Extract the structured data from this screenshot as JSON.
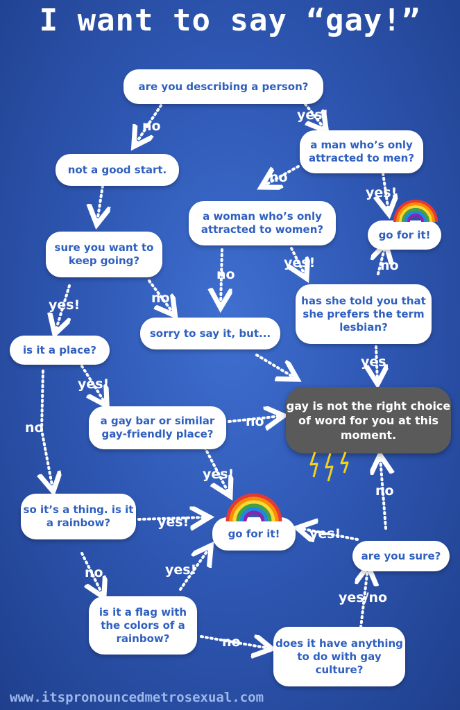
{
  "title": "I want to say “gay!”",
  "nodes": {
    "q_person": "are you describing a person?",
    "not_good_start": "not a good start.",
    "q_man": "a man who’s only attracted to men?",
    "q_woman": "a woman who’s only attracted to women?",
    "go_top": "go for it!",
    "q_sure_continue": "sure you want to keep going?",
    "q_lesbian": "has she told you that she prefers the term lesbian?",
    "sorry": "sorry to say it, but...",
    "q_place": "is it a place?",
    "result_not_right": "gay is not the right choice of word for you at this moment.",
    "q_gay_bar": "a gay bar or similar gay-friendly place?",
    "q_rainbow": "so it’s a thing. is it a rainbow?",
    "go_middle": "go for it!",
    "q_are_you_sure": "are you sure?",
    "q_flag": "is it a flag with the colors of a rainbow?",
    "q_gay_culture": "does it have anything to do with gay culture?"
  },
  "edges": {
    "person_no": "no",
    "person_yes": "yes!",
    "man_no": "no",
    "man_yes": "yes!",
    "woman_no": "no",
    "woman_yes": "yes!",
    "lesbian_no": "no",
    "lesbian_yes": "yes",
    "sure_yes": "yes!",
    "sure_no": "no",
    "place_yes": "yes!",
    "place_no": "no",
    "bar_no": "no",
    "bar_yes": "yes!",
    "rainbow_yes": "yes!",
    "rainbow_no": "no",
    "flag_yes": "yes!",
    "flag_no": "no",
    "culture_yesno": "yes/no",
    "sure_yes_go": "yes!",
    "sure_no_result": "no"
  },
  "footer": "www.itspronouncedmetrosexual.com",
  "colors": {
    "background": "#2f58b4",
    "cloud": "#ffffff",
    "cloud_text": "#2f5fbf",
    "storm_cloud": "#5a5a5a",
    "lightning": "#f2d21b",
    "arrow": "#ffffff"
  },
  "icons": [
    "rainbow-icon",
    "lightning-icon"
  ]
}
